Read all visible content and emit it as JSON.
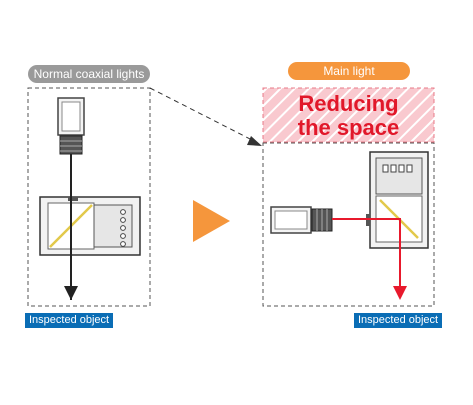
{
  "labels": {
    "left_title": "Normal coaxial lights",
    "right_title": "Main light",
    "callout_line1": "Reducing",
    "callout_line2": "the space",
    "left_target": "Inspected object",
    "right_target": "Inspected object"
  },
  "colors": {
    "left_pill": "#9a9a9a",
    "right_pill": "#f5963c",
    "arrow": "#f5963c",
    "beam_left": "#222222",
    "beam_right": "#e8192c",
    "callout_fill": "#f9c9cf",
    "callout_text": "#e1182a",
    "tag": "#0a6db5",
    "half_mirror": "#e2c94a"
  },
  "icons": {
    "transition": "play-arrow-icon",
    "camera": "camera-icon",
    "light": "coaxial-light-icon"
  }
}
